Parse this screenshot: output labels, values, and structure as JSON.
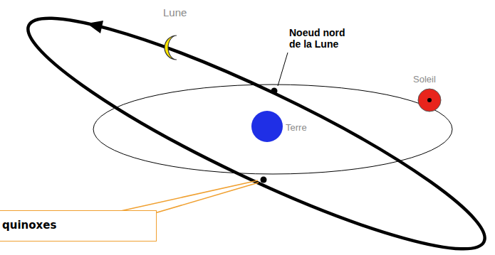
{
  "diagram": {
    "nodes": [
      {
        "text": [
          "quinoxes"
        ]
      }
    ],
    "labels": [
      "Lune",
      "Noeud nord de la Lune",
      "Soleil",
      "Terre"
    ]
  }
}
